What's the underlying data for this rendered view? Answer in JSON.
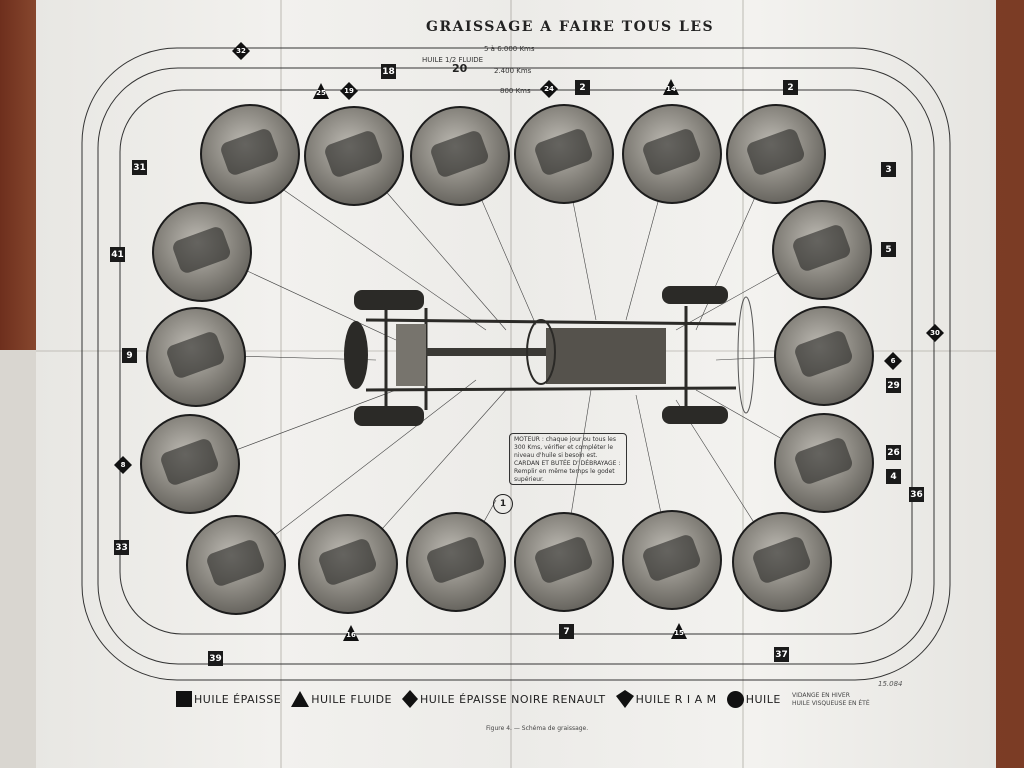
{
  "title": "GRAISSAGE A FAIRE TOUS LES",
  "intervals": [
    "5 à 6.000 Kms",
    "HUILE 1/2 FLUIDE",
    "2.400 Kms",
    "800 Kms"
  ],
  "labels": {
    "n32": "32",
    "n25": "25",
    "n19": "19",
    "n18": "18",
    "n20": "20",
    "n24": "24",
    "n2a": "2",
    "n14": "14",
    "n2b": "2",
    "n31": "31",
    "n3": "3",
    "n41": "41",
    "n5": "5",
    "n9": "9",
    "n30": "30",
    "n6": "6",
    "n29": "29",
    "n8": "8",
    "n26": "26",
    "n4": "4",
    "n36": "36",
    "n33": "33",
    "n1": "1",
    "n39": "39",
    "n16": "16",
    "n7": "7",
    "n15": "15",
    "n37": "37"
  },
  "note_box": {
    "line1": "MOTEUR : chaque jour ou tous les",
    "line2": "300 Kms, vérifier et compléter le",
    "line3": "niveau d'huile si besoin est.",
    "line4": "CARDAN ET BUTÉE D' DÉBRAYAGE :",
    "line5": "Remplir en même temps le godet",
    "line6": "supérieur."
  },
  "legend": {
    "item1": "HUILE ÉPAISSE",
    "item2": "HUILE FLUIDE",
    "item3": "HUILE ÉPAISSE NOIRE RENAULT",
    "item4": "HUILE R I A M",
    "item5": "HUILE",
    "note1": "VIDANGE EN HIVER",
    "note2": "HUILE VISQUEUSE EN ÉTÉ"
  },
  "caption": "Figure 4. — Schéma de graissage.",
  "stamp": "15.084"
}
